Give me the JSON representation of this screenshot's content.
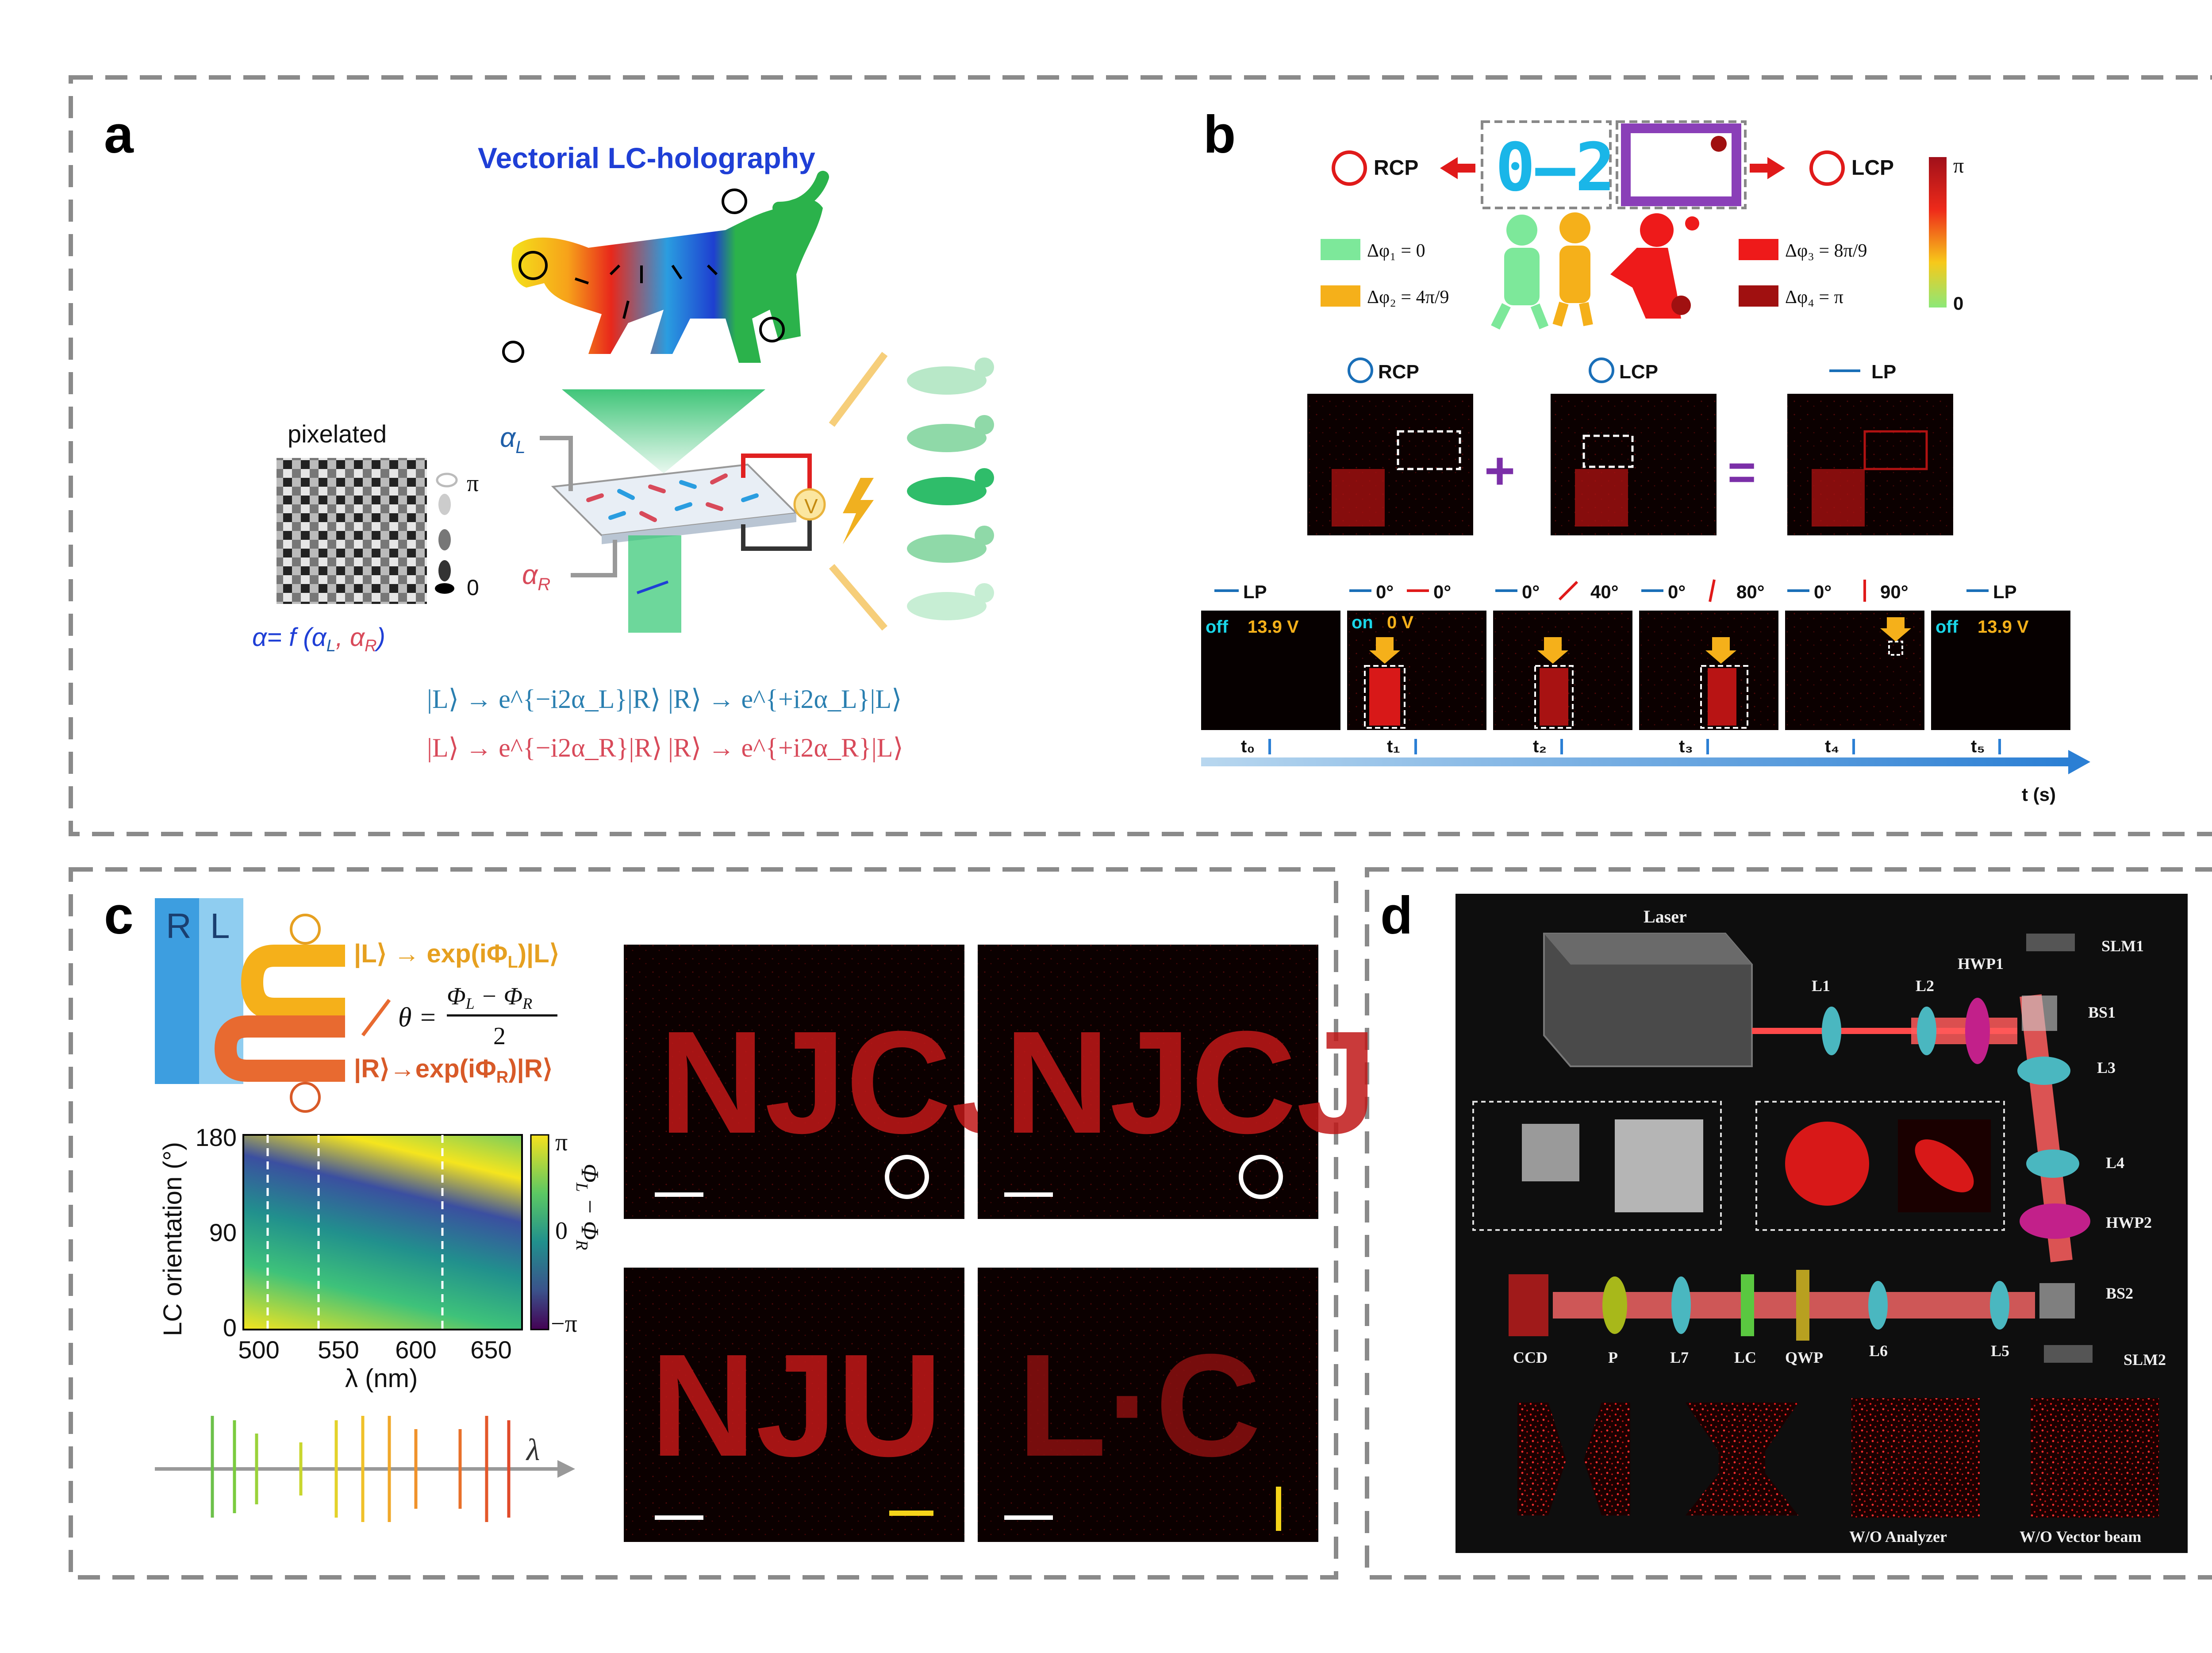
{
  "panels": {
    "a": {
      "letter": "a",
      "title": "Vectorial LC-holography",
      "pixelated": "pixelated",
      "pi": "π",
      "zero": "0",
      "alpha_L": "α",
      "alpha_L_sub": "L",
      "alpha_R": "α",
      "alpha_R_sub": "R",
      "V": "V",
      "alpha_formula": "α= f (α",
      "alpha_formula_L": "L",
      "alpha_formula_comma": ", α",
      "alpha_formula_R": "R",
      "alpha_formula_end": ")",
      "eq1": "|L⟩ → e^{−i2α_L}|R⟩",
      "eq2": "|R⟩ → e^{+i2α_L}|L⟩",
      "eq3": "|L⟩ → e^{−i2α_R}|R⟩",
      "eq4": "|R⟩ → e^{+i2α_R}|L⟩",
      "colors": {
        "blue_eq": "#2a7fb0",
        "red_eq": "#d84a5a",
        "title": "#1f3fd6"
      }
    },
    "b": {
      "letter": "b",
      "rcp": "RCP",
      "lcp": "LCP",
      "score": "0–2",
      "colorbar_top": "π",
      "colorbar_bottom": "0",
      "legend": [
        {
          "label": "Δφ₁ = 0",
          "color": "#7de89a"
        },
        {
          "label": "Δφ₂ = 4π/9",
          "color": "#f5b01a"
        },
        {
          "label": "Δφ₃ = 8π/9",
          "color": "#ee1a1a"
        },
        {
          "label": "Δφ₄ = π",
          "color": "#a01010"
        }
      ],
      "row2_labels": [
        "RCP",
        "LCP",
        "LP"
      ],
      "plus": "+",
      "equals": "=",
      "frames": [
        {
          "pol": "LP",
          "status": "off",
          "voltage": "13.9 V",
          "time": "t₀"
        },
        {
          "pol_a": "0°",
          "pol_b": "0°",
          "status": "on",
          "voltage": "0 V",
          "time": "t₁"
        },
        {
          "pol_a": "0°",
          "pol_b": "40°",
          "time": "t₂"
        },
        {
          "pol_a": "0°",
          "pol_b": "80°",
          "time": "t₃"
        },
        {
          "pol_a": "0°",
          "pol_b": "90°",
          "time": "t₄"
        },
        {
          "pol": "LP",
          "status": "off",
          "voltage": "13.9 V",
          "time": "t₅"
        }
      ],
      "time_axis": "t (s)"
    },
    "c": {
      "letter": "c",
      "R": "R",
      "L": "L",
      "eqL": "|L⟩ → exp(iΦ",
      "eqL_sub": "L",
      "eqL_end": ")|L⟩",
      "eqR": "|R⟩→exp(iΦ",
      "eqR_sub": "R",
      "eqR_end": ")|R⟩",
      "theta": "θ =",
      "theta_num": "Φ",
      "theta_num_L": "L",
      "theta_minus": " − Φ",
      "theta_num_R": "R",
      "theta_den": "2",
      "ylabel": "LC orientation (°)",
      "xlabel": "λ (nm)",
      "yticks": [
        "180",
        "90",
        "0"
      ],
      "xticks": [
        "500",
        "550",
        "600",
        "650"
      ],
      "cbar_label": "Φ",
      "cbar_label_L": "L",
      "cbar_label_mid": " − Φ",
      "cbar_label_R": "R",
      "cbar_ticks": [
        "π",
        "0",
        "−π"
      ],
      "lambda": "λ",
      "holo_text": [
        "NJCJ",
        "NJCJ",
        "NJU",
        "L·C"
      ]
    },
    "d": {
      "letter": "d",
      "labels": {
        "laser": "Laser",
        "L1": "L1",
        "L2": "L2",
        "HWP1": "HWP1",
        "SLM1": "SLM1",
        "BS1": "BS1",
        "L3": "L3",
        "L4": "L4",
        "HWP2": "HWP2",
        "BS2": "BS2",
        "SLM2": "SLM2",
        "L5": "L5",
        "L6": "L6",
        "QWP": "QWP",
        "LC": "LC",
        "L7": "L7",
        "P": "P",
        "CCD": "CCD"
      },
      "bottom_captions": [
        "W/O Analyzer",
        "W/O Vector beam"
      ]
    }
  }
}
